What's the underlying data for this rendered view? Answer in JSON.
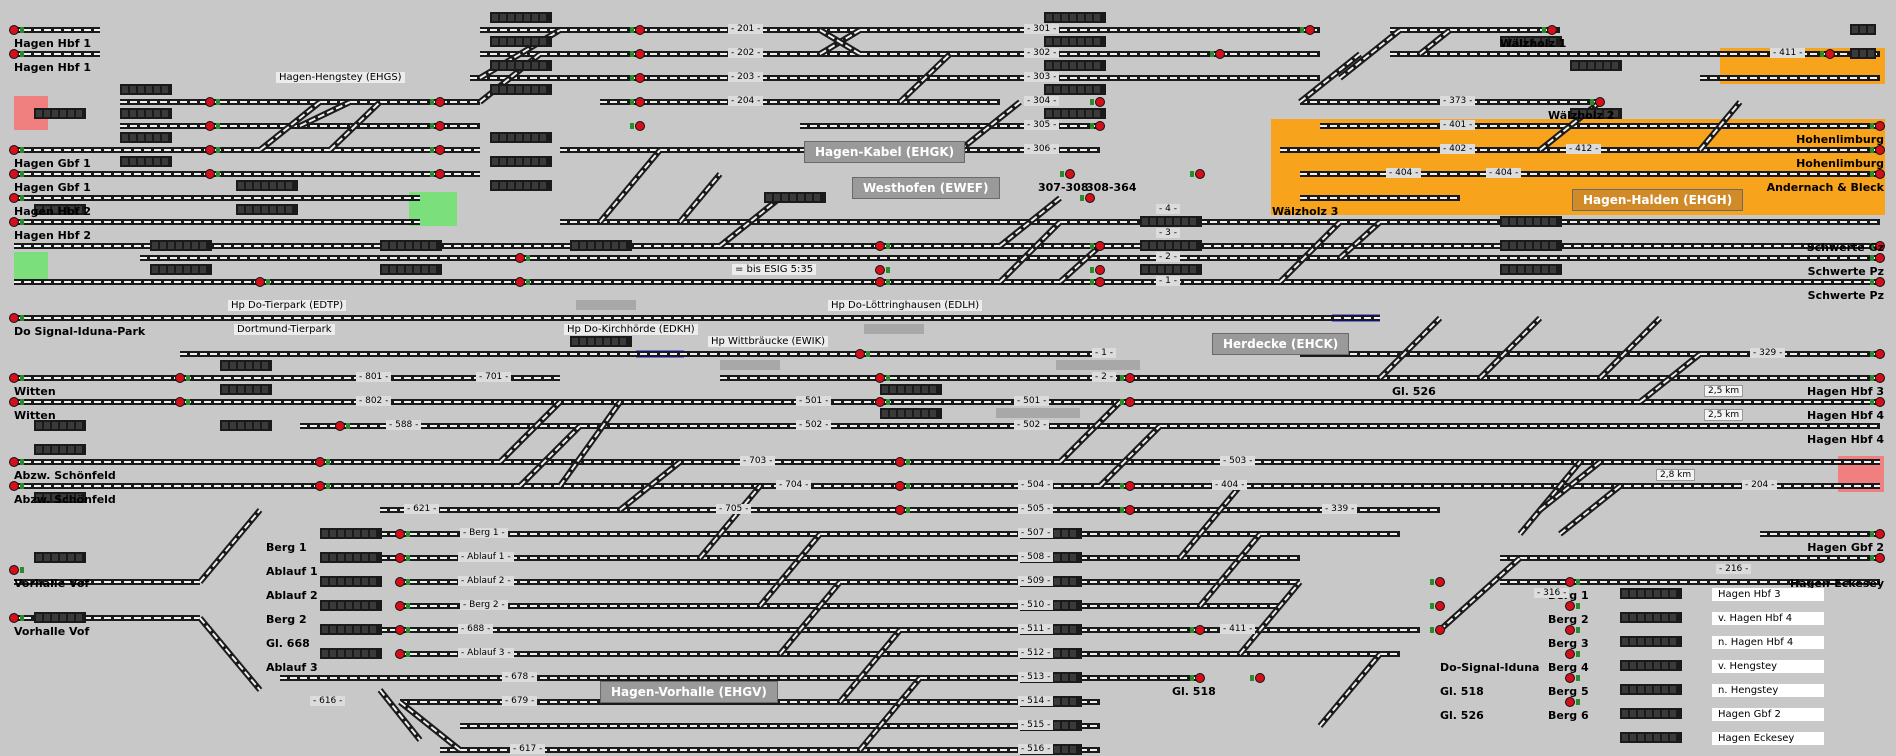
{
  "app": {
    "title": "Stellwerk Hagen – Gleisbild"
  },
  "colors": {
    "background": "#c8c8c8",
    "track": "#1a1a1a",
    "track_fill": "#f0f0f0",
    "signal_red": "#d0101a",
    "signal_green": "#2b8a2b",
    "zone_orange": "#f7a31c",
    "zone_green": "#7be07b",
    "zone_red": "#f08080",
    "zone_blue": "#7070f0",
    "station_box": "#9a9a9a",
    "station_box_orange": "#d08a28"
  },
  "stations": [
    {
      "key": "ehgk",
      "label": "Hagen-Kabel (EHGK)"
    },
    {
      "key": "ewef",
      "label": "Westhofen (EWEF)"
    },
    {
      "key": "ehgh",
      "label": "Hagen-Halden (EHGH)"
    },
    {
      "key": "ehck",
      "label": "Herdecke (EHCK)"
    },
    {
      "key": "ehgv",
      "label": "Hagen-Vorhalle (EHGV)"
    }
  ],
  "left_labels": [
    "Hagen Hbf 1",
    "Hagen Hbf 1",
    "Hagen Gbf 1",
    "Hagen Gbf 1",
    "Hagen Hbf 2",
    "Hagen Hbf 2",
    "Do Signal-Iduna-Park",
    "Witten",
    "Witten",
    "Abzw. Schönfeld",
    "Abzw. Schönfeld",
    "Vorhalle Vof",
    "Vorhalle Vof"
  ],
  "right_labels": [
    "Hohenlimburg",
    "Hohenlimburg",
    "Andernach & Bleck",
    "Schwerte Gz",
    "Schwerte Pz",
    "Schwerte Pz",
    "Hagen Hbf 3",
    "Hagen Hbf 4",
    "Hagen Hbf 4",
    "Hagen Gbf 2",
    "Hagen-Eckesey"
  ],
  "inner_labels": {
    "ehgs": "Hagen-Hengstey (EHGS)",
    "walzholz1": "Wälzholz 1",
    "walzholz2": "Wälzholz 2",
    "walzholz3": "Wälzholz 3",
    "r307": "307-308",
    "r308": "308-364",
    "esig": "= bis ESIG 5:35",
    "edtp": "Hp Do-Tierpark (EDTP)",
    "dortmund_tierpark": "Dortmund-Tierpark",
    "edkh": "Hp Do-Kirchhörde (EDKH)",
    "edlh": "Hp Do-Löttringhausen (EDLH)",
    "ewik": "Hp Wittbräucke (EWIK)",
    "gl526a": "Gl. 526",
    "km1": "2,5 km",
    "km2": "2,5 km",
    "km3": "2,8 km",
    "berg1a": "Berg 1",
    "ablauf1": "Ablauf 1",
    "ablauf2": "Ablauf 2",
    "berg2a": "Berg 2",
    "gl668": "Gl. 668",
    "ablauf3": "Ablauf 3",
    "gl518a": "Gl. 518",
    "doiduna": "Do-Signal-Iduna",
    "gl518b": "Gl. 518",
    "gl526b": "Gl. 526",
    "berg1b": "Berg 1",
    "berg2b": "Berg 2",
    "berg3": "Berg 3",
    "berg4": "Berg 4",
    "berg5": "Berg 5",
    "berg6": "Berg 6"
  },
  "track_numbers": [
    "- 201 -",
    "- 202 -",
    "- 203 -",
    "- 204 -",
    "- 301 -",
    "- 302 -",
    "- 303 -",
    "- 304 -",
    "- 305 -",
    "- 306 -",
    "- 373 -",
    "- 401 -",
    "- 402 -",
    "- 412 -",
    "- 404 -",
    "- 404 -",
    "- 411 -",
    "- 4 -",
    "- 3 -",
    "- 2 -",
    "- 1 -",
    "- 801 -",
    "- 802 -",
    "- 701 -",
    "- 588 -",
    "- 501 -",
    "- 502 -",
    "- 501 -",
    "- 502 -",
    "- 703 -",
    "- 704 -",
    "- 503 -",
    "- 504 -",
    "- 505 -",
    "- 404 -",
    "- 204 -",
    "- 705 -",
    "- 339 -",
    "- 621 -",
    "- 507 -",
    "- 508 -",
    "- 509 -",
    "- 510 -",
    "- 511 -",
    "- 512 -",
    "- 513 -",
    "- 514 -",
    "- 515 -",
    "- 516 -",
    "- 616 -",
    "- 678 -",
    "- 679 -",
    "- 688 -",
    "- 617 -",
    "- 411 -",
    "- 216 -",
    "- 316 -",
    "- 329 -",
    "- 2 -",
    "- 1 -",
    "- Berg 1 -",
    "- Ablauf 1 -",
    "- Ablauf 2 -",
    "- Berg 2 -",
    "- Ablauf 3 -"
  ],
  "legend": [
    "Hagen Hbf 3",
    "v. Hagen Hbf 4",
    "n. Hagen Hbf 4",
    "v. Hengstey",
    "n. Hengstey",
    "Hagen Gbf 2",
    "Hagen Eckesey"
  ]
}
